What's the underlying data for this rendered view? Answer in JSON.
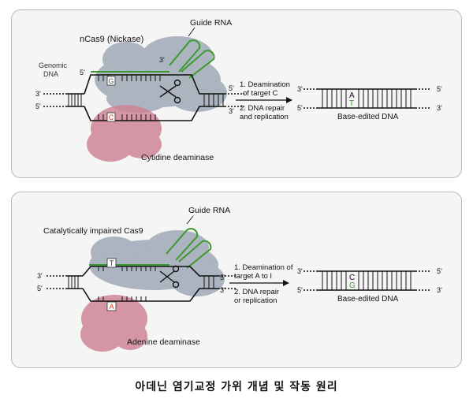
{
  "panel1": {
    "enzyme_label": "nCas9 (Nickase)",
    "guide_label": "Guide RNA",
    "genomic_label_1": "Genomic",
    "genomic_label_2": "DNA",
    "strand_top_5": "5'",
    "strand_3_left": "3'",
    "strand_5_left": "5'",
    "strand_3_right": "3'",
    "strand_5_right": "5'",
    "rna_3": "3'",
    "base_top": "G",
    "base_bottom": "C",
    "deaminase_label": "Cytidine deaminase",
    "step1_line1": "1. Deamination",
    "step1_line2": "of target C",
    "step2_line1": "2. DNA repair",
    "step2_line2": "and replication",
    "product": {
      "left_top": "3'",
      "left_bottom": "5'",
      "right_top": "5'",
      "right_bottom": "3'",
      "base_top": "A",
      "base_bottom": "T",
      "label": "Base-edited DNA"
    }
  },
  "panel2": {
    "enzyme_label": "Catalytically impaired Cas9",
    "guide_label": "Guide RNA",
    "strand_3_left": "3'",
    "strand_5_left": "5'",
    "strand_5_right": "5'",
    "strand_3_right": "3'",
    "base_top": "T",
    "base_bottom": "A",
    "deaminase_label": "Adenine deaminase",
    "step1_line1": "1. Deamination of",
    "step1_line2": "target A to I",
    "step2_line1": "2. DNA repair",
    "step2_line2": "or replication",
    "product": {
      "left_top": "3'",
      "left_bottom": "5'",
      "right_top": "5'",
      "right_bottom": "3'",
      "base_top": "C",
      "base_bottom": "G",
      "label": "Base-edited DNA"
    }
  },
  "caption": "아데닌 염기교정 가위 개념 및 작동 원리",
  "colors": {
    "cas9_gray": "#9fa9b7",
    "deaminase_pink": "#cf8596",
    "guide_green": "#3c9a2e",
    "edit_red": "#d43a2a",
    "edit_green": "#3c9a2e"
  }
}
